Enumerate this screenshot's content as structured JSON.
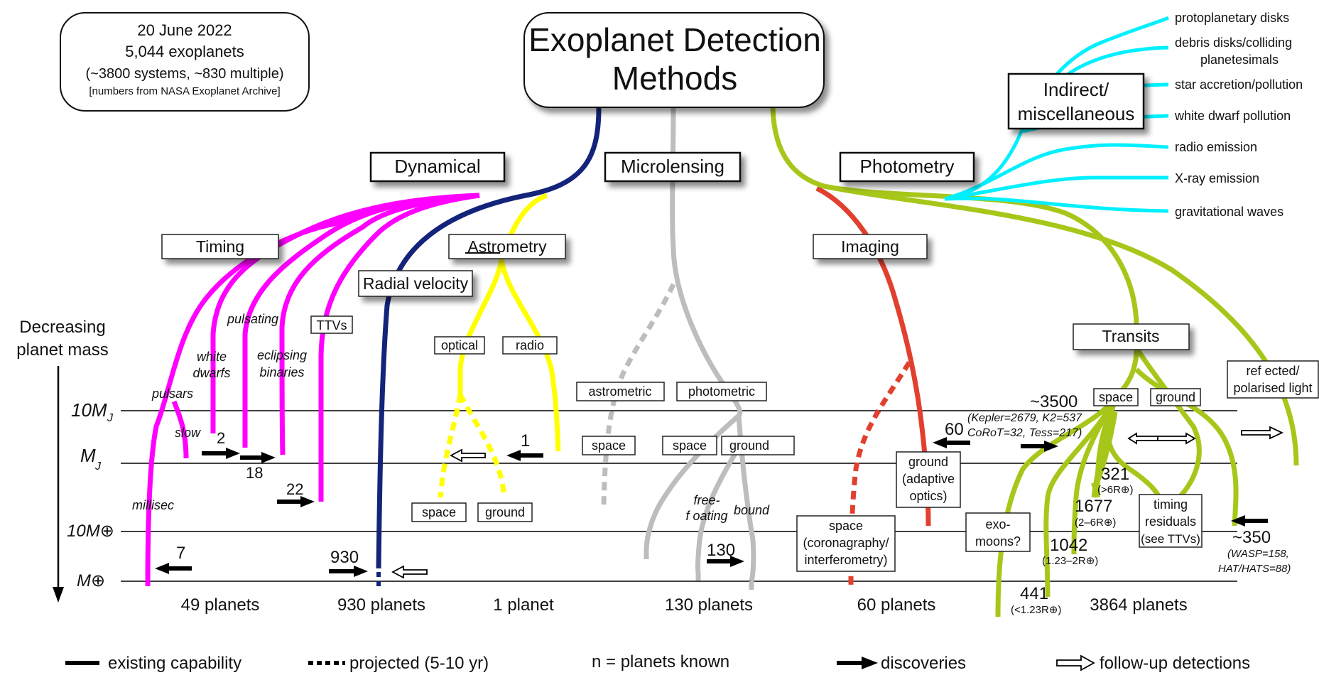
{
  "title": [
    "Exoplanet Detection",
    "Methods"
  ],
  "info_box": {
    "date": "20 June 2022",
    "count": "5,044 exoplanets",
    "systems": "(~3800 systems, ~830 multiple)",
    "source": "[numbers from NASA Exoplanet Archive]"
  },
  "categories": {
    "dynamical": "Dynamical",
    "microlensing": "Microlensing",
    "photometry": "Photometry",
    "indirect": [
      "Indirect/",
      "miscellaneous"
    ]
  },
  "subcategories": {
    "timing": "Timing",
    "astrometry": "Astrometry",
    "radial_velocity": "Radial velocity",
    "imaging": "Imaging",
    "transits": "Transits"
  },
  "timing_branches": {
    "pulsars": "pulsars",
    "slow": "slow",
    "millisec": "millisec",
    "white_dwarfs": [
      "white",
      "dwarfs"
    ],
    "pulsating": "pulsating",
    "eclipsing_binaries": [
      "eclipsing",
      "binaries"
    ],
    "ttvs": "TTVs"
  },
  "astrometry_branches": {
    "optical": "optical",
    "radio": "radio",
    "space": "space",
    "ground": "ground"
  },
  "microlensing_branches": {
    "astrometric": "astrometric",
    "photometric": "photometric",
    "space_astrometric": "space",
    "space": "space",
    "ground": "ground",
    "free_floating": [
      "free-",
      "f oating"
    ],
    "bound": "bound"
  },
  "imaging_branches": {
    "ground": [
      "ground",
      "(adaptive",
      "optics)"
    ],
    "space": [
      "space",
      "(coronagraphy/",
      "interferometry)"
    ]
  },
  "indirect_items": [
    "protoplanetary disks",
    "debris disks/colliding",
    "planetesimals",
    "star accretion/pollution",
    "white dwarf pollution",
    "radio emission",
    "X-ray emission",
    "gravitational waves"
  ],
  "transit_branches": {
    "space": "space",
    "ground": "ground",
    "exomoons": [
      "exo-",
      "moons?"
    ],
    "timing_residuals": [
      "timing",
      "residuals",
      "(see TTVs)"
    ],
    "reflected": [
      "ref ected/",
      "polarised light"
    ]
  },
  "axis": {
    "label": [
      "Decreasing",
      "planet mass"
    ],
    "levels": [
      "10M",
      "M",
      "10M⊕",
      "M⊕"
    ]
  },
  "discovery_counts": {
    "pulsar_millisec": "7",
    "white_dwarfs": "2",
    "pulsating": "18",
    "ttvs": "22",
    "radial_velocity": "930",
    "astrometry": "1",
    "microlensing": "130",
    "imaging": "60",
    "transits_total": "~3500",
    "transits_space": "(Kepler=2679, K2=537",
    "transits_space_2": "CoRoT=32, Tess=217)",
    "n321": "321",
    "n321_sub": "(>6R⊕)",
    "n1677": "1677",
    "n1677_sub": "(2–6R⊕)",
    "n1042": "1042",
    "n1042_sub": "(1.23–2R⊕)",
    "n441": "441",
    "n441_sub": "(<1.23R⊕)",
    "ground_total": "~350",
    "ground_sub": "(WASP=158,",
    "ground_sub_2": "HAT/HATS=88)"
  },
  "totals": [
    "49 planets",
    "930 planets",
    "1 planet",
    "130 planets",
    "60 planets",
    "3864 planets"
  ],
  "legend": {
    "existing": "existing capability",
    "projected": "projected (5-10 yr)",
    "n_known": "n = planets known",
    "discoveries": "discoveries",
    "followup": "follow-up detections"
  },
  "colors": {
    "timing": "#ff00ff",
    "radial_velocity": "#13247a",
    "astrometry": "#ffff00",
    "microlensing": "#bdbdbd",
    "imaging": "#e2402f",
    "transits": "#a6c71a",
    "indirect": "#00f0ff"
  }
}
